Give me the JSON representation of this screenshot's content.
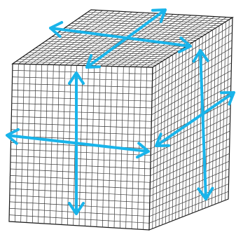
{
  "figure": {
    "subject": "grid-cube-with-bidirectional-arrows",
    "grid_divisions_per_edge": 24,
    "colors": {
      "background": "#ffffff",
      "face_fill": "#ffffff",
      "grid_line": "#3a3a3a",
      "edge_line": "#1a1a1a",
      "arrow": "#19b4ea"
    },
    "arrow_icons": [
      "double-headed-arrow"
    ]
  }
}
